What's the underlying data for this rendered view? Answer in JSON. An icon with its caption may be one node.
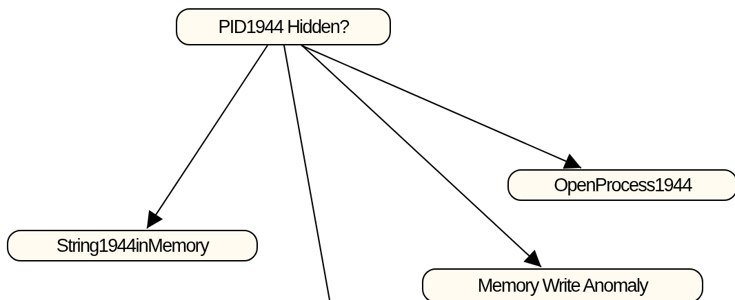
{
  "diagram": {
    "nodes": [
      {
        "text": [
          "PID1944 Hidden?"
        ]
      },
      {
        "text": [
          "OpenProcess1944"
        ]
      },
      {
        "text": [
          "String1944inMemory"
        ]
      },
      {
        "text": [
          "Memory Write Anomaly"
        ]
      }
    ],
    "edges": [
      {
        "from": 0,
        "to": 1,
        "arrow": "to"
      },
      {
        "from": 0,
        "to": 2,
        "arrow": "to"
      },
      {
        "from": 0,
        "to": 3,
        "arrow": "to"
      },
      {
        "from": 0,
        "to": null,
        "arrow": "none"
      }
    ]
  }
}
